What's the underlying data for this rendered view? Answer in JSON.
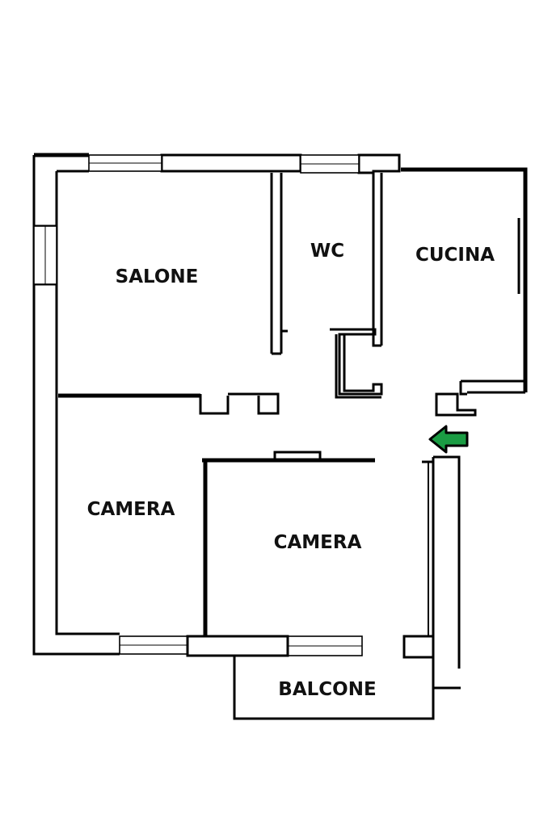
{
  "rooms": {
    "salone": "SALONE",
    "wc": "WC",
    "cucina": "CUCINA",
    "camera_left": "CAMERA",
    "camera_center": "CAMERA",
    "balcone": "BALCONE"
  },
  "icons": {
    "entrance": "entrance-arrow-icon"
  },
  "colors": {
    "wall": "#000000",
    "background": "#ffffff",
    "entrance_arrow": "#1a9c43"
  }
}
